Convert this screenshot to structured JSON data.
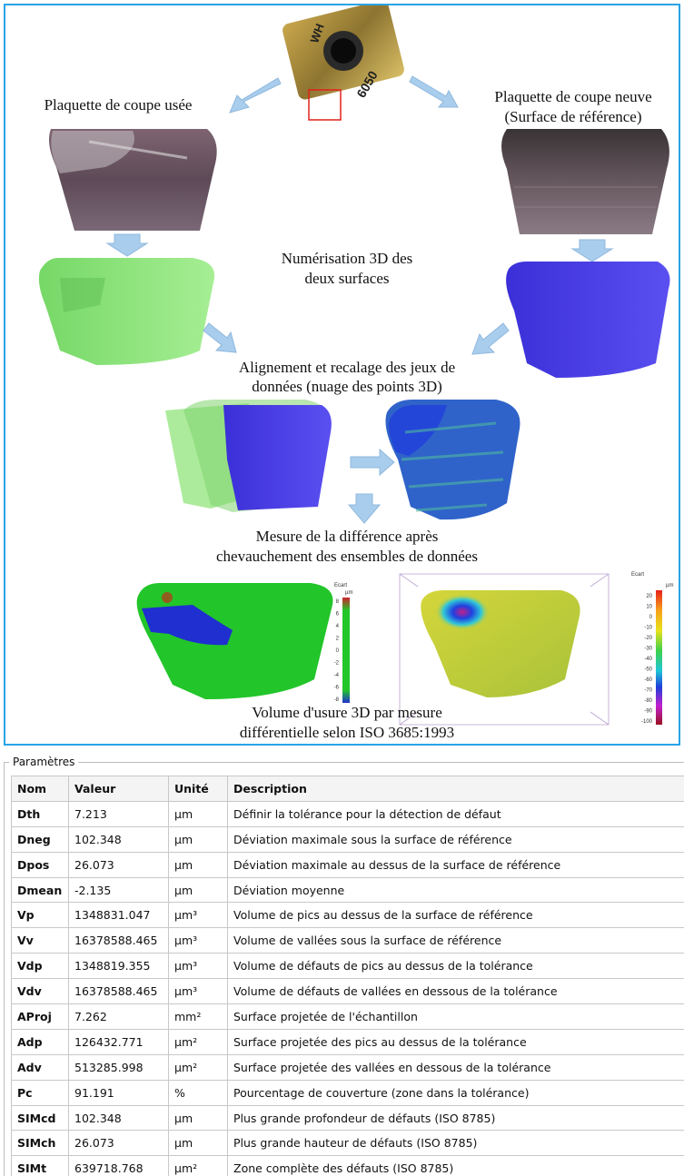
{
  "diagram": {
    "captions": {
      "worn_insert": "Plaquette de coupe usée",
      "new_insert_l1": "Plaquette de coupe neuve",
      "new_insert_l2": "(Surface de référence)",
      "scan_l1": "Numérisation 3D des",
      "scan_l2": "deux surfaces",
      "align_l1": "Alignement et recalage des jeux de",
      "align_l2": "données (nuage des points 3D)",
      "measure_l1": "Mesure de la différence après",
      "measure_l2": "chevauchement des ensembles de données",
      "volume_l1": "Volume d'usure 3D par mesure",
      "volume_l2": "différentielle  selon ISO 3685:1993"
    },
    "insert_marking": {
      "top": "WH",
      "side": "6050"
    },
    "colors": {
      "panel_border": "#2aa3e6",
      "arrow": "#a9cdec",
      "scan_worn": "#8ee27a",
      "scan_new": "#4a3fe6",
      "diff_green": "#22c52a",
      "diff_blue": "#1f2fd0",
      "diff_yellow": "#c9d13a",
      "highlight_box": "#e0201a"
    },
    "legend_left": {
      "title": "Ecart",
      "unit": "µm",
      "ticks": [
        "8",
        "6",
        "4",
        "2",
        "0",
        "-2",
        "-4",
        "-6",
        "-8"
      ]
    },
    "legend_right": {
      "title": "Ecart",
      "unit": "µm",
      "ticks": [
        "20",
        "10",
        "0",
        "-10",
        "-20",
        "-30",
        "-40",
        "-50",
        "-60",
        "-70",
        "-80",
        "-90",
        "-100"
      ]
    }
  },
  "params": {
    "title": "Paramètres",
    "columns": [
      "Nom",
      "Valeur",
      "Unité",
      "Description"
    ],
    "rows": [
      {
        "nom": "Dth",
        "valeur": "7.213",
        "unite": "µm",
        "description": "Définir la tolérance pour la détection de défaut"
      },
      {
        "nom": "Dneg",
        "valeur": "102.348",
        "unite": "µm",
        "description": "Déviation maximale sous la surface de référence"
      },
      {
        "nom": "Dpos",
        "valeur": "26.073",
        "unite": "µm",
        "description": "Déviation maximale au dessus de la surface de référence"
      },
      {
        "nom": "Dmean",
        "valeur": "-2.135",
        "unite": "µm",
        "description": "Déviation moyenne"
      },
      {
        "nom": "Vp",
        "valeur": "1348831.047",
        "unite": "µm³",
        "description": "Volume de pics au dessus de la surface de référence"
      },
      {
        "nom": "Vv",
        "valeur": "16378588.465",
        "unite": "µm³",
        "description": "Volume de vallées sous la surface de référence"
      },
      {
        "nom": "Vdp",
        "valeur": "1348819.355",
        "unite": "µm³",
        "description": "Volume de défauts de pics au dessus de la tolérance"
      },
      {
        "nom": "Vdv",
        "valeur": "16378588.465",
        "unite": "µm³",
        "description": "Volume de défauts de vallées en dessous de la tolérance"
      },
      {
        "nom": "AProj",
        "valeur": "7.262",
        "unite": "mm²",
        "description": "Surface projetée de l'échantillon"
      },
      {
        "nom": "Adp",
        "valeur": "126432.771",
        "unite": "µm²",
        "description": "Surface projetée des pics au dessus de la tolérance"
      },
      {
        "nom": "Adv",
        "valeur": "513285.998",
        "unite": "µm²",
        "description": "Surface projetée des vallées en dessous de la tolérance"
      },
      {
        "nom": "Pc",
        "valeur": "91.191",
        "unite": "%",
        "description": "Pourcentage de couverture (zone dans la tolérance)"
      },
      {
        "nom": "SIMcd",
        "valeur": "102.348",
        "unite": "µm",
        "description": "Plus grande profondeur de défauts (ISO 8785)"
      },
      {
        "nom": "SIMch",
        "valeur": "26.073",
        "unite": "µm",
        "description": "Plus grande hauteur de défauts (ISO 8785)"
      },
      {
        "nom": "SIMt",
        "valeur": "639718.768",
        "unite": "µm²",
        "description": "Zone complète des défauts (ISO 8785)"
      }
    ]
  }
}
